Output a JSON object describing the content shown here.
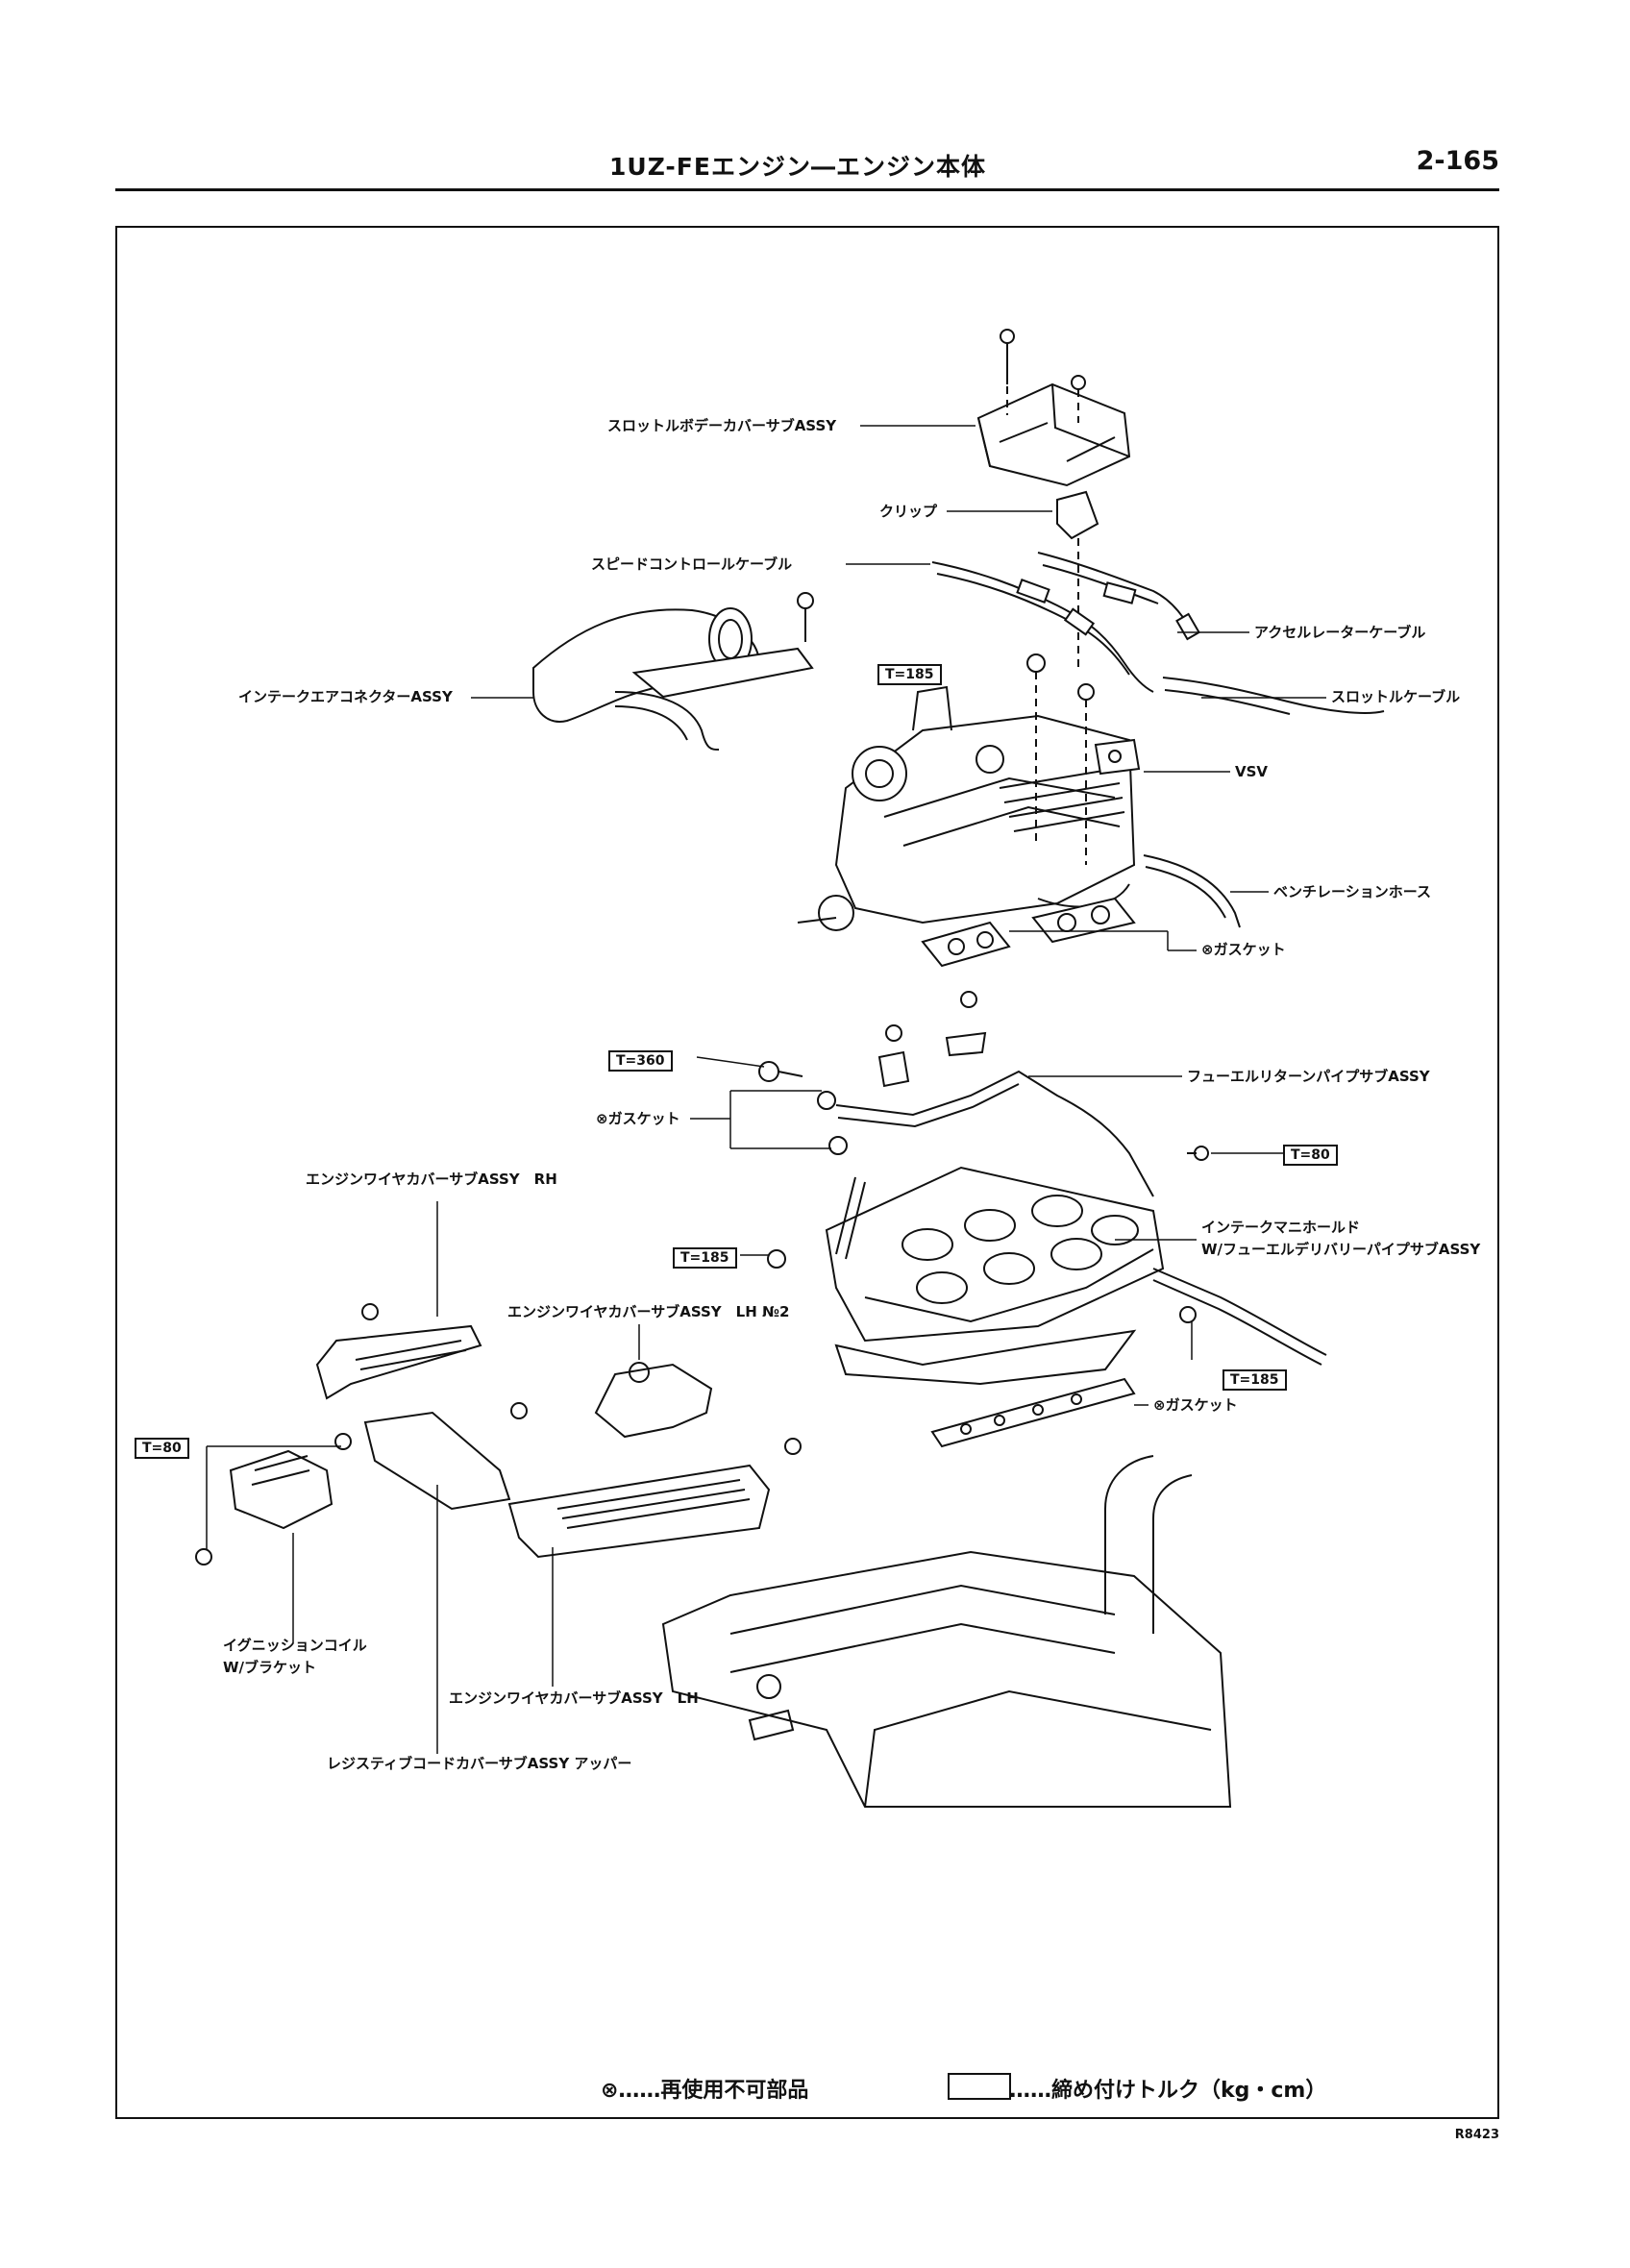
{
  "header": {
    "title": "1UZ-FEエンジン―エンジン本体",
    "page": "2-165"
  },
  "labels": {
    "throttle_cover": "スロットルボデーカバーサブASSY",
    "clip": "クリップ",
    "speed_cable": "スピードコントロールケーブル",
    "accel_cable": "アクセルレーターケーブル",
    "intake_connector": "インテークエアコネクターASSY",
    "throttle_cable": "スロットルケーブル",
    "vsv": "VSV",
    "vent_hose": "ベンチレーションホース",
    "gasket_top": "ガスケット",
    "fuel_return": "フューエルリターンパイプサブASSY",
    "gasket_mid": "ガスケット",
    "wire_cover_rh": "エンジンワイヤカバーサブASSY　RH",
    "intake_manifold_1": "インテークマニホールド",
    "intake_manifold_2": "W/フューエルデリバリーパイプサブASSY",
    "wire_cover_lh2": "エンジンワイヤカバーサブASSY　LH №2",
    "gasket_bottom": "ガスケット",
    "ignition_coil_1": "イグニッションコイル",
    "ignition_coil_2": "W/ブラケット",
    "wire_cover_lh": "エンジンワイヤカバーサブASSY　LH",
    "resistive_cover": "レジスティブコードカバーサブASSY アッパー"
  },
  "torques": {
    "t1": "T=185",
    "t2": "T=360",
    "t3": "T=80",
    "t4": "T=185",
    "t5": "T=185",
    "t6": "T=80"
  },
  "legend": {
    "non_reusable": "⊗……再使用不可部品",
    "torque": "……締め付けトルク（kg・cm）"
  },
  "code": "R8423"
}
